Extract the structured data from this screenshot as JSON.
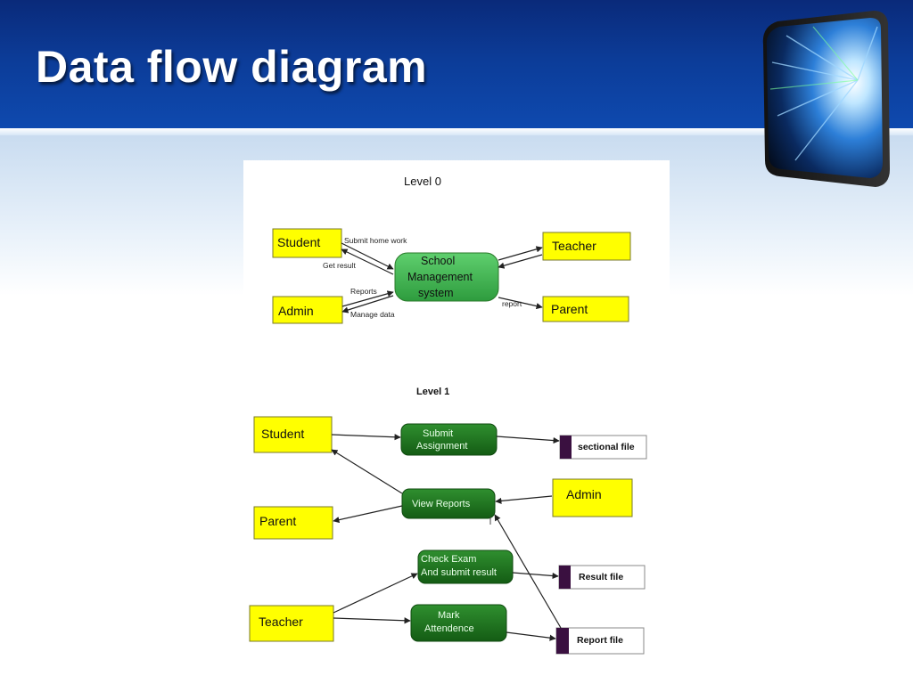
{
  "slide": {
    "title": "Data flow diagram"
  },
  "colors": {
    "header_blue": "#0c3c98",
    "entity_yellow": "#ffff00",
    "process_green_light": "#33b24a",
    "process_green_dark": "#1f7a1f",
    "store_marker": "#3a1040"
  },
  "icons": {
    "logo": "light-burst-cube-icon"
  },
  "level0": {
    "title": "Level 0",
    "process_line1": "School",
    "process_line2": "Management",
    "process_line3": "system",
    "entities": {
      "student": "Student",
      "admin": "Admin",
      "teacher": "Teacher",
      "parent": "Parent"
    },
    "flows": {
      "submit_home_work": "Submit home work",
      "get_result": "Get result",
      "reports": "Reports",
      "manage_data": "Manage data",
      "report": "report"
    }
  },
  "level1": {
    "title": "Level 1",
    "entities": {
      "student": "Student",
      "parent": "Parent",
      "teacher": "Teacher",
      "admin": "Admin"
    },
    "processes": {
      "submit_line1": "Submit",
      "submit_line2": "Assignment",
      "view_reports": "View Reports",
      "check_line1": "Check Exam",
      "check_line2": "And submit result",
      "mark_line1": "Mark",
      "mark_line2": "Attendence"
    },
    "stores": {
      "sectional": "sectional file",
      "result": "Result file",
      "report": "Report file"
    }
  }
}
